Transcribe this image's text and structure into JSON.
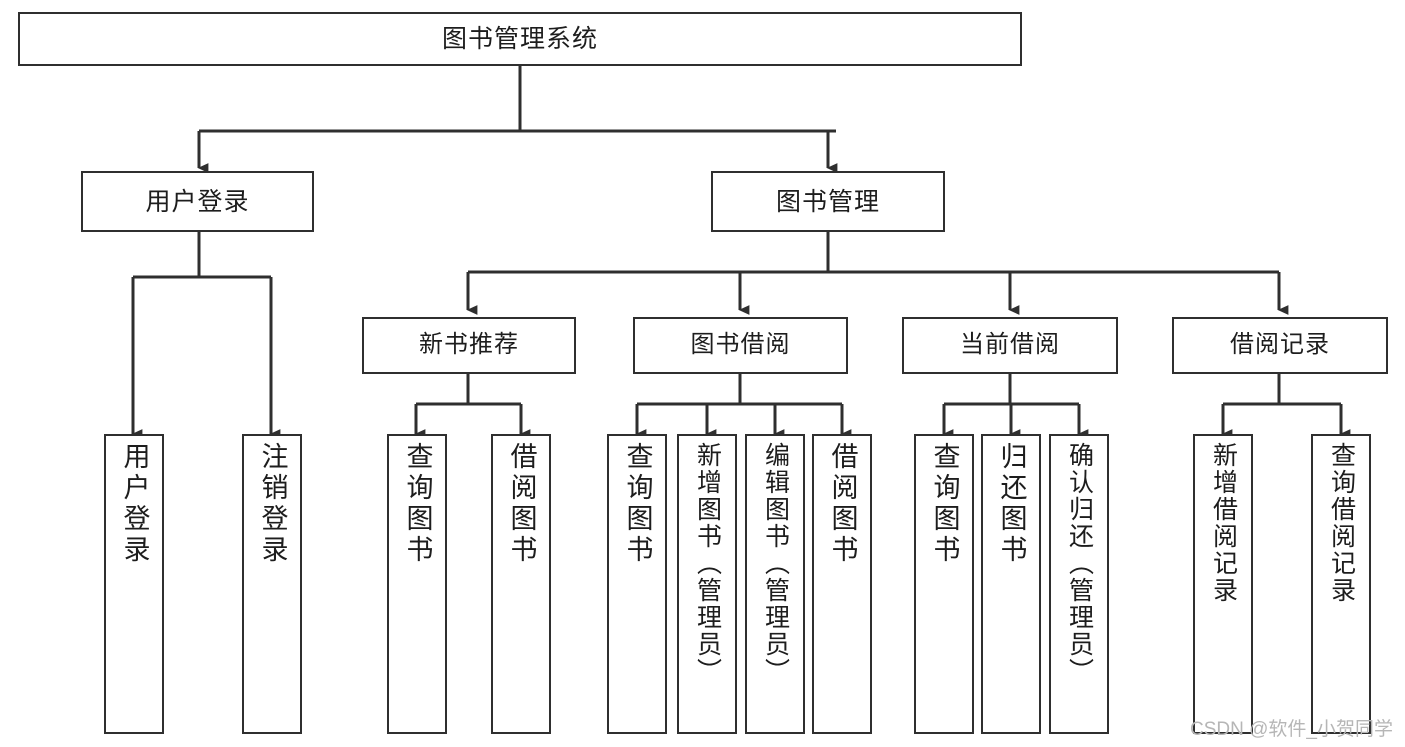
{
  "diagram": {
    "type": "tree-hierarchy",
    "title": "图书管理系统",
    "root": {
      "label": "图书管理系统"
    },
    "level2": [
      {
        "label": "用户登录"
      },
      {
        "label": "图书管理"
      }
    ],
    "level3": [
      {
        "label": "新书推荐"
      },
      {
        "label": "图书借阅"
      },
      {
        "label": "当前借阅"
      },
      {
        "label": "借阅记录"
      }
    ],
    "leaves": {
      "user_login": [
        {
          "label": "用户登录"
        },
        {
          "label": "注销登录"
        }
      ],
      "new_book_recommend": [
        {
          "label": "查询图书"
        },
        {
          "label": "借阅图书"
        }
      ],
      "book_borrow": [
        {
          "label": "查询图书"
        },
        {
          "label": "新增图书（管理员）"
        },
        {
          "label": "编辑图书（管理员）"
        },
        {
          "label": "借阅图书"
        }
      ],
      "current_borrow": [
        {
          "label": "查询图书"
        },
        {
          "label": "归还图书"
        },
        {
          "label": "确认归还（管理员）"
        }
      ],
      "borrow_record": [
        {
          "label": "新增借阅记录"
        },
        {
          "label": "查询借阅记录"
        }
      ]
    }
  },
  "watermark": {
    "text": "CSDN @软件_小贺同学"
  },
  "colors": {
    "stroke": "#2f2f2f",
    "fill": "#ffffff",
    "text": "#1d1d1d",
    "watermark": "#b6b6b6"
  }
}
